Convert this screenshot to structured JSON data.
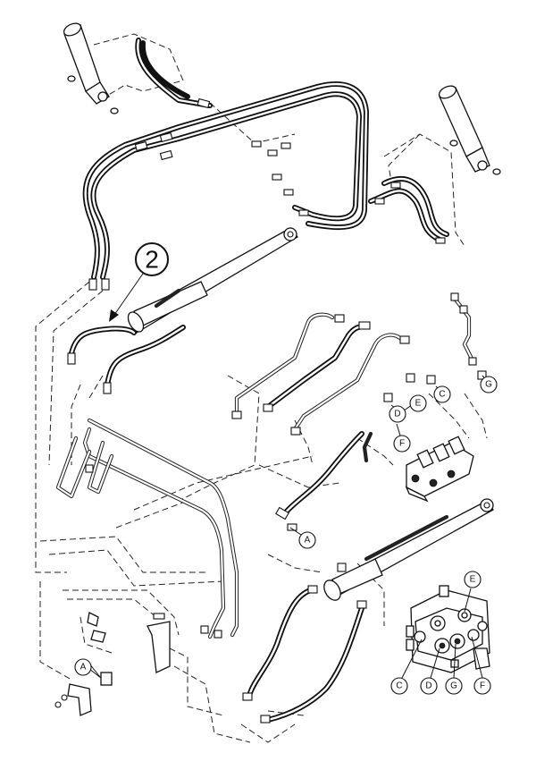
{
  "reference_number": "2",
  "callouts": {
    "upper_block": [
      "D",
      "E",
      "C",
      "G",
      "F"
    ],
    "hose_end": "A",
    "lower_left": "A",
    "valve_detail": [
      "E",
      "C",
      "D",
      "G",
      "F"
    ]
  }
}
